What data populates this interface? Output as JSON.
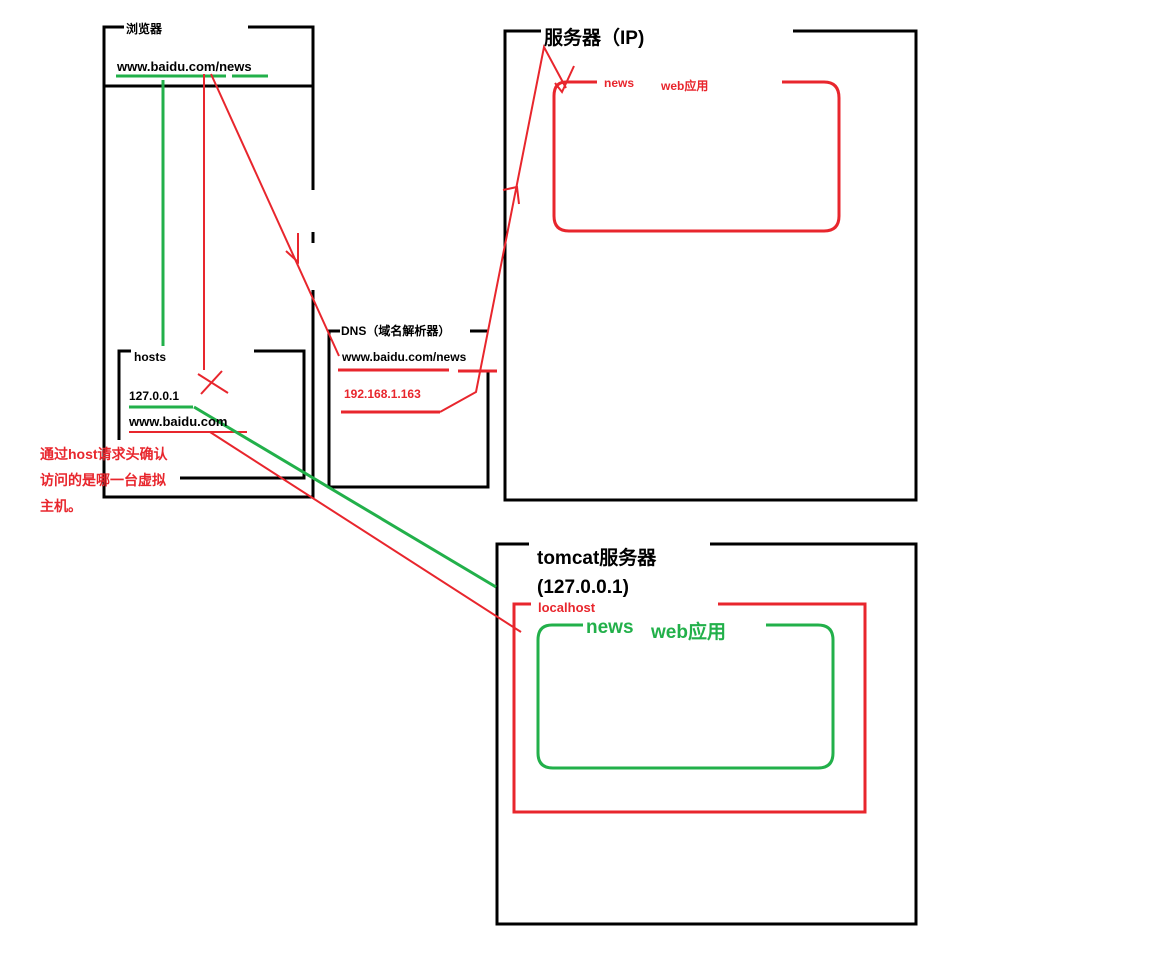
{
  "browser": {
    "title": "浏览器",
    "url": "www.baidu.com/news"
  },
  "hosts": {
    "title": "hosts",
    "ip": "127.0.0.1",
    "domain": "www.baidu.com"
  },
  "dns": {
    "title": "DNS（域名解析器）",
    "domain": "www.baidu.com/news",
    "ip": "192.168.1.163"
  },
  "server": {
    "title": "服务器（IP)",
    "app_name": "news",
    "app_label": "web应用"
  },
  "tomcat": {
    "title": "tomcat服务器",
    "ip": "(127.0.0.1)",
    "host": "localhost",
    "app_name": "news",
    "app_label": "web应用"
  },
  "note": {
    "lines": [
      "通过host请求头确认",
      "访问的是哪一台虚拟",
      "主机。"
    ]
  },
  "colors": {
    "red": "#e8262d",
    "green": "#22b04a",
    "black": "#000000"
  }
}
